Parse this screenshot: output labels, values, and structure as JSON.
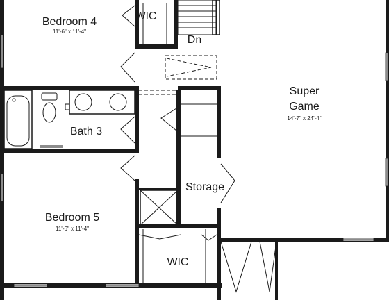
{
  "rooms": {
    "bedroom4": {
      "name": "Bedroom 4",
      "dims": "11'-6\" x 11'-4\""
    },
    "wic_top": {
      "name": "WIC"
    },
    "stairs": {
      "label": "Dn"
    },
    "super_game": {
      "name1": "Super",
      "name2": "Game",
      "dims": "14'-7\" x 24'-4\""
    },
    "bath3": {
      "name": "Bath 3"
    },
    "storage": {
      "name": "Storage"
    },
    "bedroom5": {
      "name": "Bedroom 5",
      "dims": "11'-6\" x 11'-4\""
    },
    "wic_bottom": {
      "name": "WIC"
    }
  },
  "colors": {
    "line": "#1a1a1a",
    "background": "#ffffff"
  }
}
